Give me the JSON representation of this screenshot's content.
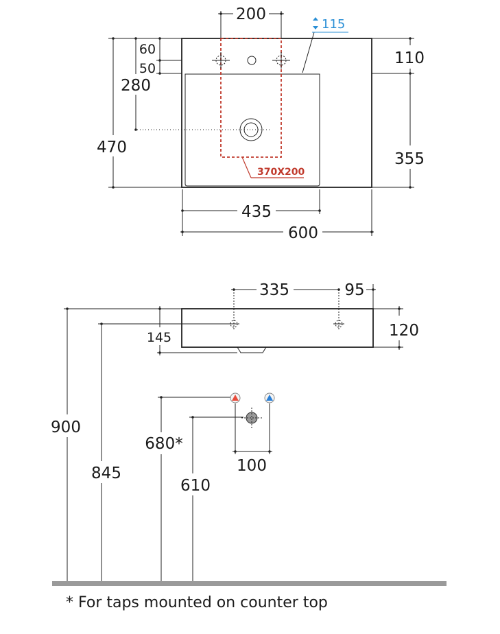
{
  "top_view": {
    "dim_tap_spacing": "200",
    "dim_tap_offset": "115",
    "dim_60": "60",
    "dim_50": "50",
    "dim_280": "280",
    "dim_470": "470",
    "dim_110": "110",
    "dim_355": "355",
    "dim_435": "435",
    "dim_600": "600",
    "recess_label": "370X200"
  },
  "side_view": {
    "dim_335": "335",
    "dim_95": "95",
    "dim_120": "120",
    "dim_145": "145",
    "dim_900": "900",
    "dim_845": "845",
    "dim_680": "680*",
    "dim_610": "610",
    "dim_100": "100"
  },
  "footnote": "* For taps mounted on counter top",
  "colors": {
    "hot": "#e74c3c",
    "cold": "#2a7fd6",
    "accent_blue": "#2a8fd6",
    "recess_red": "#c0392b",
    "floor": "#9a9a9a"
  }
}
